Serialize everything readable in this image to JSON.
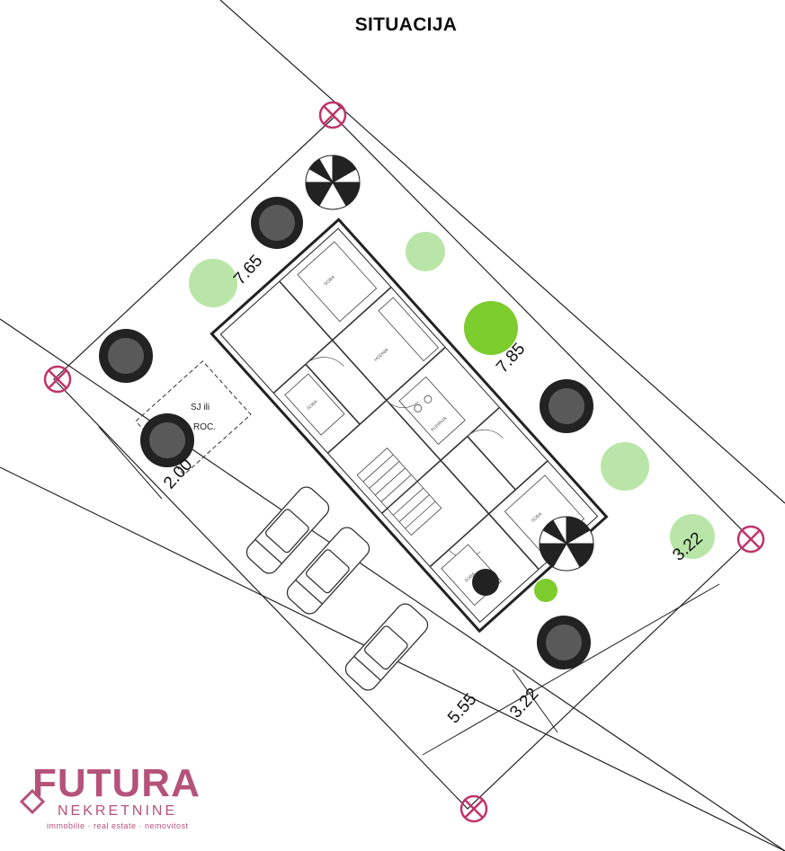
{
  "title": "SITUACIJA",
  "dimensions": {
    "top_left_width": "7.65",
    "top_right": "7.85",
    "left_bottom": "2.00",
    "right_end": "3.22",
    "bottom_left": "5.55",
    "bottom_right": "3.22"
  },
  "labels": {
    "parking_a": "SJ ili",
    "parking_b": "ROC."
  },
  "logo": {
    "main": "FUTURA",
    "sub": "NEKRETNINE",
    "tag": "immobilie · real estate · nemovitost"
  },
  "colors": {
    "survey_marker": "#c0336a",
    "tree_light": "#b9e6a8",
    "tree_bright": "#7ccc2e",
    "logo": "#b5527a"
  }
}
